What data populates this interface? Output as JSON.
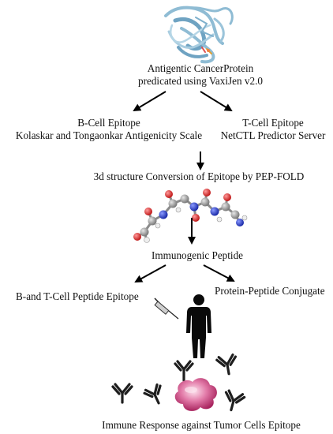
{
  "steps": {
    "step1": {
      "line1": "Antigentic CancerProtein",
      "line2": "predicated using VaxiJen v2.0"
    },
    "bcell": {
      "line1": "B-Cell Epitope",
      "line2": "Kolaskar and Tongaonkar Antigenicity Scale"
    },
    "tcell": {
      "line1": "T-Cell Epitope",
      "line2": "NetCTL Predictor Server"
    },
    "structure": "3d structure Conversion of Epitope by  PEP-FOLD",
    "immunogenic": "Immunogenic Peptide",
    "bt_epitope": "B-and T-Cell Peptide Epitope",
    "conjugate": "Protein-Peptide Conjugate",
    "response": "Immune Response against Tumor Cells Epitope"
  },
  "colors": {
    "protein": "#8fbcd4",
    "cell": "#c8457d",
    "carbon": "#9a9a9a",
    "oxygen": "#e03030",
    "nitrogen": "#2a3fd0",
    "hydrogen": "#eeeeee"
  }
}
